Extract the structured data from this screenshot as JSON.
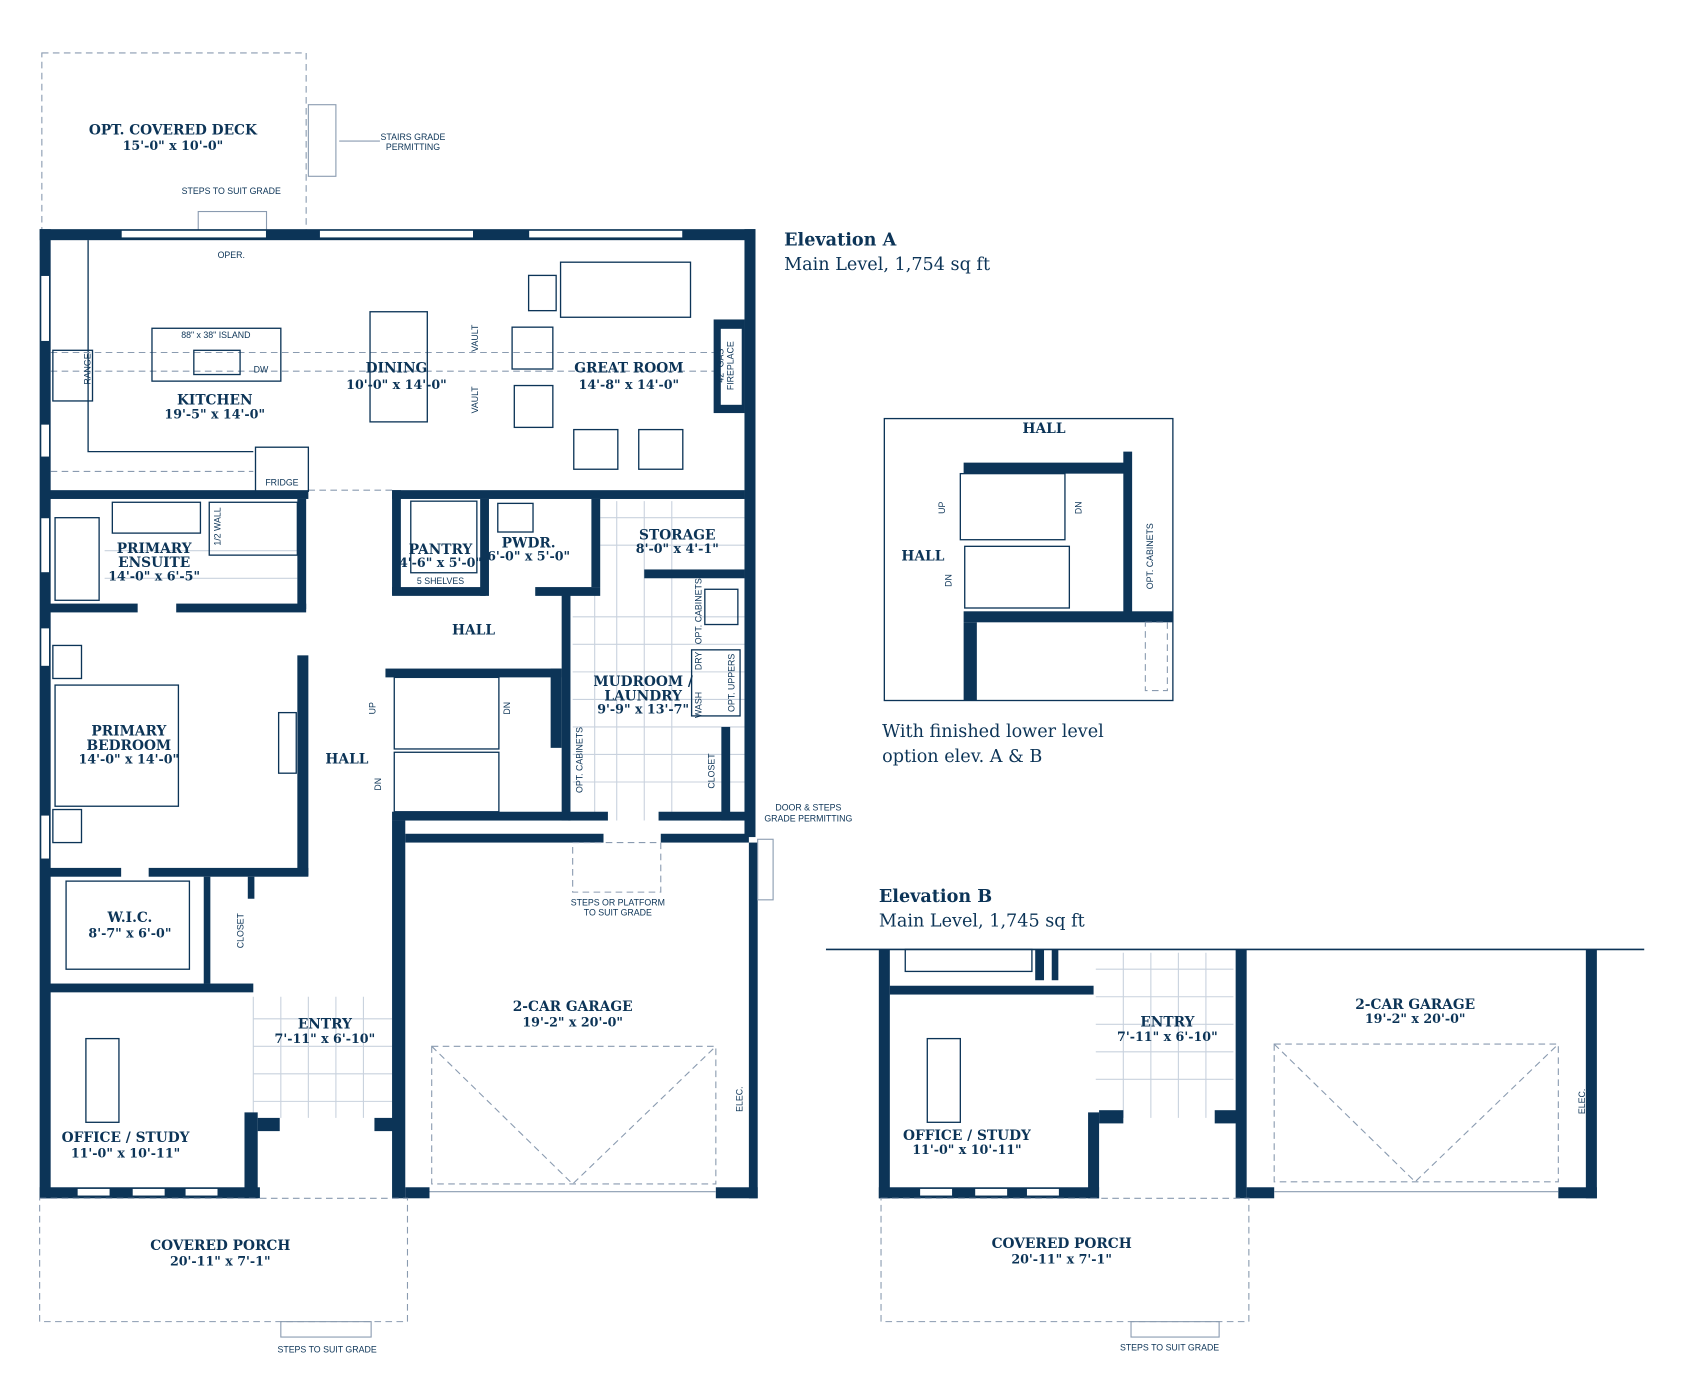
{
  "elevation_a": {
    "title": "Elevation A",
    "subtitle": "Main Level, 1,754 sq ft"
  },
  "elevation_b": {
    "title": "Elevation B",
    "subtitle": "Main Level, 1,745 sq ft"
  },
  "inset": {
    "caption_1": "With finished lower level",
    "caption_2": "option elev. A & B",
    "hall_top": "HALL",
    "hall_left": "HALL",
    "opt_cabinets": "OPT. CABINETS",
    "up": "UP",
    "dn": "DN"
  },
  "rooms": {
    "deck": {
      "name": "OPT. COVERED DECK",
      "dims": "15'-0\" x 10'-0\""
    },
    "kitchen": {
      "name": "KITCHEN",
      "dims": "19'-5\" x 14'-0\""
    },
    "dining": {
      "name": "DINING",
      "dims": "10'-0\" x 14'-0\""
    },
    "great_room": {
      "name": "GREAT ROOM",
      "dims": "14'-8\" x 14'-0\""
    },
    "ensuite": {
      "name1": "PRIMARY",
      "name2": "ENSUITE",
      "dims": "14'-0\" x 6'-5\""
    },
    "pantry": {
      "name": "PANTRY",
      "dims": "4'-6\" x 5'-0\""
    },
    "pwdr": {
      "name": "PWDR.",
      "dims": "6'-0\" x 5'-0\""
    },
    "storage": {
      "name": "STORAGE",
      "dims": "8'-0\" x 4'-1\""
    },
    "hall_upper": {
      "name": "HALL"
    },
    "hall_lower": {
      "name": "HALL"
    },
    "mudroom": {
      "name1": "MUDROOM /",
      "name2": "LAUNDRY",
      "dims": "9'-9\" x 13'-7\""
    },
    "bedroom": {
      "name1": "PRIMARY",
      "name2": "BEDROOM",
      "dims": "14'-0\" x 14'-0\""
    },
    "wic": {
      "name": "W.I.C.",
      "dims": "8'-7\" x 6'-0\""
    },
    "entry": {
      "name": "ENTRY",
      "dims": "7'-11\" x 6'-10\""
    },
    "garage": {
      "name": "2-CAR GARAGE",
      "dims": "19'-2\" x 20'-0\""
    },
    "office": {
      "name": "OFFICE / STUDY",
      "dims": "11'-0\" x 10'-11\""
    },
    "porch": {
      "name": "COVERED PORCH",
      "dims": "20'-11\" x 7'-1\""
    }
  },
  "notes": {
    "stairs_grade": "STAIRS GRADE",
    "permitting": "PERMITTING",
    "steps_suit_grade": "STEPS TO SUIT GRADE",
    "oper": "OPER.",
    "island": "88\" x 38\" ISLAND",
    "dw": "DW",
    "range": "RANGE",
    "fridge": "FRIDGE",
    "vault": "VAULT",
    "fireplace_1": "42\" GAS",
    "fireplace_2": "FIREPLACE",
    "half_wall": "1/2 WALL",
    "shelves": "5 SHELVES",
    "opt_cabinets": "OPT. CABINETS",
    "dry": "DRY",
    "wash": "WASH",
    "opt_uppers": "OPT. UPPERS",
    "closet": "CLOSET",
    "up": "UP",
    "dn": "DN",
    "door_steps_1": "DOOR & STEPS",
    "door_steps_2": "GRADE PERMITTING",
    "steps_platform_1": "STEPS OR PLATFORM",
    "steps_platform_2": "TO SUIT GRADE",
    "elec": "ELEC."
  },
  "colors": {
    "wall": "#0c3457"
  }
}
